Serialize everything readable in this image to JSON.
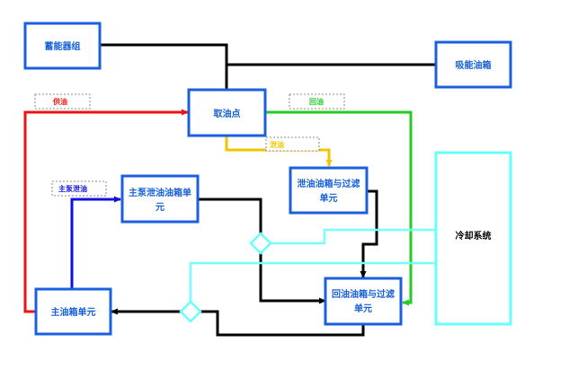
{
  "boxes": {
    "accumulator": "蓄能器组",
    "absorber": "吸能油箱",
    "takeoff": "取油点",
    "leak_filter": "泄油油箱与过滤",
    "leak_filter_2": "单元",
    "pump_leak": "主泵泄油油箱单",
    "pump_leak_2": "元",
    "cooling": "冷却系统",
    "main_tank": "主油箱单元",
    "return_filter": "回油油箱与过滤",
    "return_filter_2": "单元"
  },
  "labels": {
    "supply": "供油",
    "return": "回油",
    "leak": "泄油",
    "pump_leak": "主泵泄油"
  },
  "colors": {
    "box_border": "#1a5fe0",
    "box_text": "#1560d8",
    "cooling_border": "#66ffff",
    "supply_line": "#ee1111",
    "return_line": "#22cc22",
    "leak_line": "#f2c400",
    "pump_leak_line": "#1111dd",
    "cooling_line": "#77ffff",
    "main_line": "#000000"
  }
}
